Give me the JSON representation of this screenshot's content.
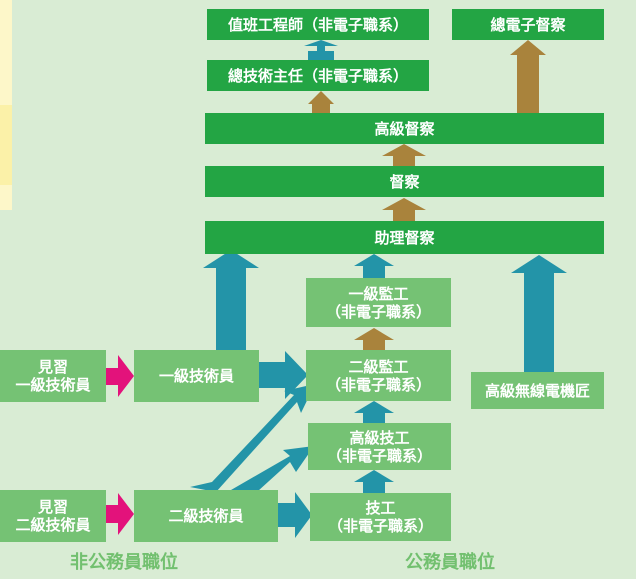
{
  "boxes": {
    "duty_engineer": "值班工程師（非電子職系）",
    "chief_inspector": "總電子督察",
    "chief_technical_supervisor": "總技術主任（非電子職系）",
    "senior_inspector": "高級督察",
    "inspector": "督察",
    "assistant_inspector": "助理督察",
    "class1_supervisor": "一級監工\n（非電子職系）",
    "class2_supervisor": "二級監工\n（非電子職系）",
    "senior_technician": "高級技工\n（非電子職系）",
    "technician": "技工\n（非電子職系）",
    "senior_radio_mechanic": "高級無線電機匠",
    "class1_technician": "一級技術員",
    "class2_technician": "二級技術員",
    "trainee_class1": "見習\n一級技術員",
    "trainee_class2": "見習\n二級技術員"
  },
  "labels": {
    "non_civil": "非公務員職位",
    "civil": "公務員職位"
  },
  "colors": {
    "dark_green": "#23a544",
    "light_green": "#75c274",
    "teal_arrow": "#2394a8",
    "brown_arrow": "#a9833c",
    "magenta_arrow": "#e3127b"
  }
}
